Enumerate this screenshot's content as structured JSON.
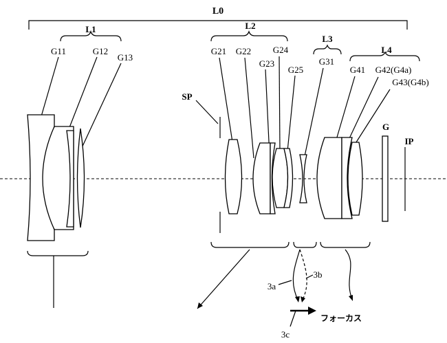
{
  "title": "L0",
  "groups": {
    "l1": "L1",
    "l2": "L2",
    "l3": "L3",
    "l4": "L4"
  },
  "elements": {
    "g11": "G11",
    "g12": "G12",
    "g13": "G13",
    "g21": "G21",
    "g22": "G22",
    "g23": "G23",
    "g24": "G24",
    "g25": "G25",
    "g31": "G31",
    "g41": "G41",
    "g42": "G42(G4a)",
    "g43": "G43(G4b)"
  },
  "sp": "SP",
  "glass": "G",
  "image_plane": "IP",
  "paths": {
    "a": "3a",
    "b": "3b",
    "c": "3c"
  },
  "focus_label": "フォーカス"
}
